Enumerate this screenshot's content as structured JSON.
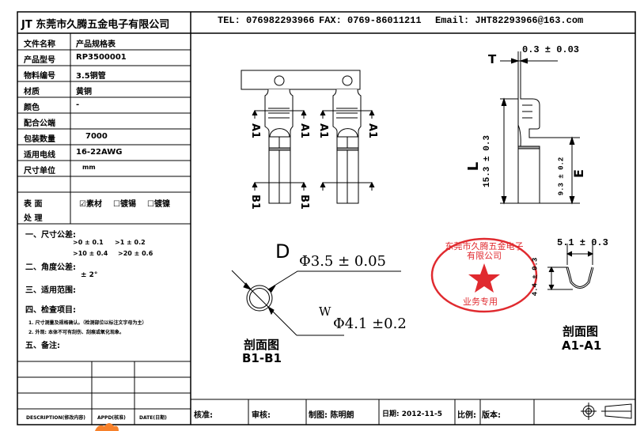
{
  "company": "JT 东莞市久腾五金电子有限公司",
  "contact": {
    "tel": "TEL: 076982293966",
    "fax": "FAX: 0769-86011211",
    "email": "Email: JHT82293966@163.com"
  },
  "specs": [
    {
      "label": "文件名称",
      "value": "产品规格表"
    },
    {
      "label": "产品型号",
      "value": "RP3500001"
    },
    {
      "label": "物料编号",
      "value": "3.5铜管"
    },
    {
      "label": "材质",
      "value": "黄铜"
    },
    {
      "label": "颜色",
      "value": "-"
    },
    {
      "label": "配合公端",
      "value": ""
    },
    {
      "label": "包装数量",
      "value": "7000"
    },
    {
      "label": "适用电线",
      "value": "16-22AWG"
    },
    {
      "label": "尺寸单位",
      "value": "mm"
    },
    {
      "label": "",
      "value": ""
    }
  ],
  "surface": {
    "label1": "表 面",
    "label2": "处 理",
    "options": [
      "☑素材",
      "☐镀锡",
      "☐镀镍"
    ]
  },
  "notes": {
    "dim_tol": "一、尺寸公差:",
    "tol1": ">0 ± 0.1",
    "tol2": ">1 ± 0.2",
    "tol3": ">10 ± 0.4",
    "tol4": ">20 ± 0.6",
    "ang_tol": "二、角度公差:",
    "ang": "± 2°",
    "scope": "三、适用范围:",
    "inspect": "四、检查项目:",
    "item1": "1. 尺寸测量及规格确认。（检测部位以标注文字母为主）",
    "item2": "2. 外观: 本体不可有刮伤、刮痕或氧化现象。",
    "remark": "五、备注:"
  },
  "revision": {
    "description": "DESCRIPTION(修改内容)",
    "appd": "APPD(核准)",
    "date": "DATE(日期)"
  },
  "titleblock": {
    "approve": "核准:",
    "review": "审核:",
    "drawn": "制图: 陈明朗",
    "date": "日期: 2012-11-5",
    "scale": "比例:",
    "version": "版本:"
  },
  "drawing": {
    "a1": "A1",
    "b1": "B1",
    "t_label": "T",
    "t_dim": "0.3 ± 0.03",
    "l_label": "L",
    "l_dim": "15.3 ± 0.3",
    "e_label": "E",
    "e_dim": "9.3 ± 0.2",
    "d_label": "D",
    "d_dim": "Φ3.5 ± 0.05",
    "w_label": "W",
    "w_dim": "Φ4.1 ±0.2",
    "sec_b": "剖面图",
    "sec_b_name": "B1-B1",
    "u_width": "5.1 ± 0.3",
    "u_height": "4.4 ± 0.3",
    "sec_a": "剖面图",
    "sec_a_name": "A1-A1"
  },
  "stamp": {
    "text": "东莞市久腾五金电子有限公司",
    "sub": "业务专用",
    "color": "#e02a2f"
  }
}
